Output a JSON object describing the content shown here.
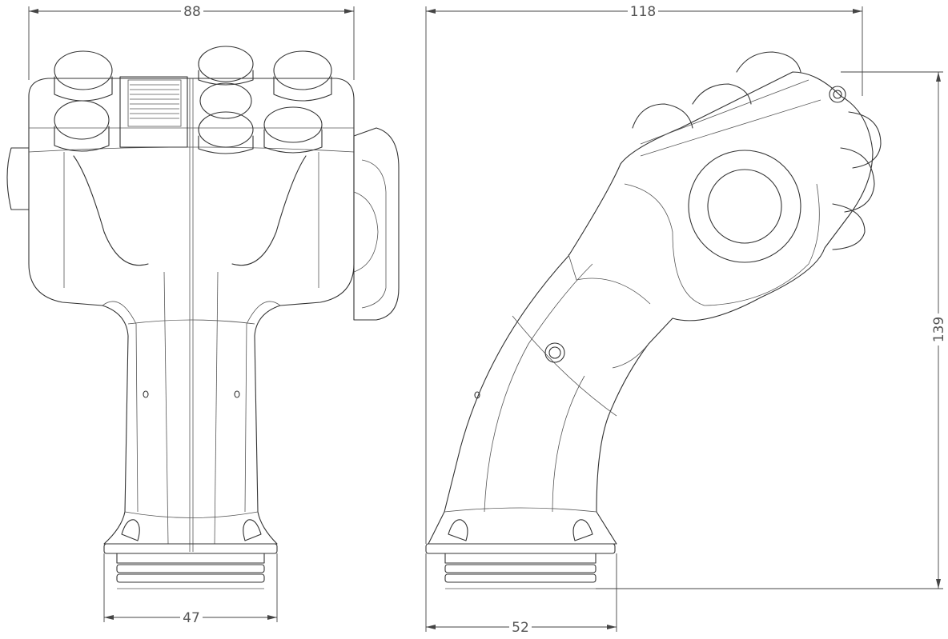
{
  "dimensions": {
    "front_width": "88",
    "front_bottom_width": "47",
    "side_width": "118",
    "side_bottom_width": "52",
    "side_height": "139"
  }
}
